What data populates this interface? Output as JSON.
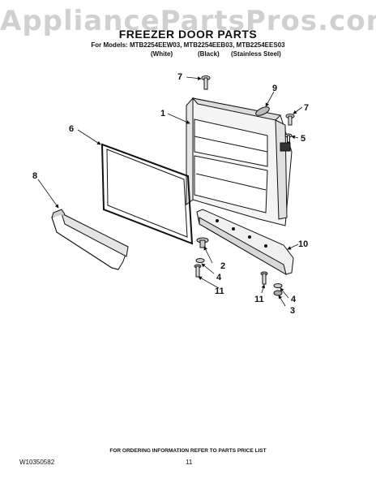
{
  "watermark": "AppliancePartsPros.com",
  "header": {
    "title": "FREEZER DOOR PARTS",
    "models_line": "For Models: MTB2254EEW03, MTB2254EEB03, MTB2254EES03",
    "finish_white": "(White)",
    "finish_black": "(Black)",
    "finish_stainless": "(Stainless Steel)"
  },
  "callouts": {
    "c1": "1",
    "c2": "2",
    "c3": "3",
    "c4a": "4",
    "c4b": "4",
    "c5": "5",
    "c6": "6",
    "c7a": "7",
    "c7b": "7",
    "c8": "8",
    "c9": "9",
    "c10": "10",
    "c11a": "11",
    "c11b": "11"
  },
  "footer": {
    "ordering_note": "FOR ORDERING INFORMATION REFER TO PARTS PRICE LIST",
    "doc_number": "W10350582",
    "page_number": "11"
  }
}
